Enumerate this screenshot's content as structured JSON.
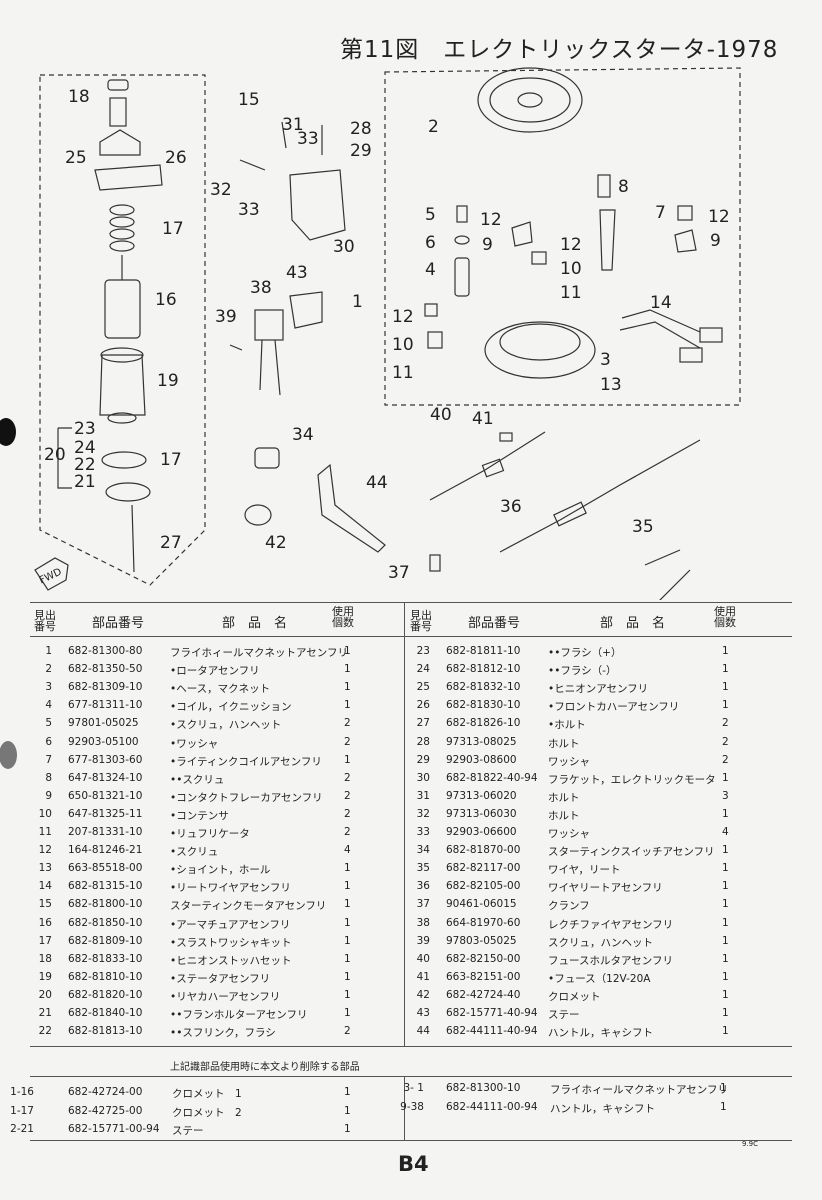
{
  "title": "第11図　エレクトリックスタータ-1978",
  "callouts": [
    "18",
    "15",
    "31",
    "28",
    "33",
    "29",
    "2",
    "25",
    "26",
    "32",
    "33",
    "8",
    "7",
    "17",
    "30",
    "5",
    "12",
    "12",
    "9",
    "6",
    "9",
    "12",
    "4",
    "10",
    "43",
    "11",
    "1",
    "16",
    "38",
    "14",
    "39",
    "12",
    "10",
    "3",
    "11",
    "19",
    "13",
    "40",
    "41",
    "23",
    "34",
    "24",
    "20",
    "22",
    "17",
    "21",
    "44",
    "36",
    "35",
    "42",
    "27",
    "37",
    "FWD"
  ],
  "table_headers": {
    "no": "見出番号",
    "part_no": "部品番号",
    "name": "部　品　名",
    "qty": "使用個数"
  },
  "parts_left": [
    {
      "no": "1",
      "part": "682-81300-80",
      "name": "フライホィールマクネットアセンフリ",
      "qty": "1"
    },
    {
      "no": "2",
      "part": "682-81350-50",
      "name": "•ロータアセンフリ",
      "qty": "1"
    },
    {
      "no": "3",
      "part": "682-81309-10",
      "name": "•ヘース，マクネット",
      "qty": "1"
    },
    {
      "no": "4",
      "part": "677-81311-10",
      "name": "•コイル，イクニッション",
      "qty": "1"
    },
    {
      "no": "5",
      "part": "97801-05025",
      "name": "•スクリュ，ハンヘット",
      "qty": "2"
    },
    {
      "no": "6",
      "part": "92903-05100",
      "name": "•ワッシャ",
      "qty": "2"
    },
    {
      "no": "7",
      "part": "677-81303-60",
      "name": "•ライティンクコイルアセンフリ",
      "qty": "1"
    },
    {
      "no": "8",
      "part": "647-81324-10",
      "name": "••スクリュ",
      "qty": "2"
    },
    {
      "no": "9",
      "part": "650-81321-10",
      "name": "•コンタクトフレーカアセンフリ",
      "qty": "2"
    },
    {
      "no": "10",
      "part": "647-81325-11",
      "name": "•コンテンサ",
      "qty": "2"
    },
    {
      "no": "11",
      "part": "207-81331-10",
      "name": "•リュフリケータ",
      "qty": "2"
    },
    {
      "no": "12",
      "part": "164-81246-21",
      "name": "•スクリュ",
      "qty": "4"
    },
    {
      "no": "13",
      "part": "663-85518-00",
      "name": "•ショイント，ホール",
      "qty": "1"
    },
    {
      "no": "14",
      "part": "682-81315-10",
      "name": "•リートワイヤアセンフリ",
      "qty": "1"
    },
    {
      "no": "15",
      "part": "682-81800-10",
      "name": "スターティンクモータアセンフリ",
      "qty": "1"
    },
    {
      "no": "16",
      "part": "682-81850-10",
      "name": "•アーマチュアアセンフリ",
      "qty": "1"
    },
    {
      "no": "17",
      "part": "682-81809-10",
      "name": "•スラストワッシャキット",
      "qty": "1"
    },
    {
      "no": "18",
      "part": "682-81833-10",
      "name": "•ヒニオンストッハセット",
      "qty": "1"
    },
    {
      "no": "19",
      "part": "682-81810-10",
      "name": "•ステータアセンフリ",
      "qty": "1"
    },
    {
      "no": "20",
      "part": "682-81820-10",
      "name": "•リヤカハーアセンフリ",
      "qty": "1"
    },
    {
      "no": "21",
      "part": "682-81840-10",
      "name": "••フランホルターアセンフリ",
      "qty": "1"
    },
    {
      "no": "22",
      "part": "682-81813-10",
      "name": "••スフリンク，フラシ",
      "qty": "2"
    }
  ],
  "parts_right": [
    {
      "no": "23",
      "part": "682-81811-10",
      "name": "••フラシ（+）",
      "qty": "1"
    },
    {
      "no": "24",
      "part": "682-81812-10",
      "name": "••フラシ（-）",
      "qty": "1"
    },
    {
      "no": "25",
      "part": "682-81832-10",
      "name": "•ヒニオンアセンフリ",
      "qty": "1"
    },
    {
      "no": "26",
      "part": "682-81830-10",
      "name": "•フロントカハーアセンフリ",
      "qty": "1"
    },
    {
      "no": "27",
      "part": "682-81826-10",
      "name": "•ホルト",
      "qty": "2"
    },
    {
      "no": "28",
      "part": "97313-08025",
      "name": "ホルト",
      "qty": "2"
    },
    {
      "no": "29",
      "part": "92903-08600",
      "name": "ワッシャ",
      "qty": "2"
    },
    {
      "no": "30",
      "part": "682-81822-40-94",
      "name": "フラケット，エレクトリックモータ",
      "qty": "1"
    },
    {
      "no": "31",
      "part": "97313-06020",
      "name": "ホルト",
      "qty": "3"
    },
    {
      "no": "32",
      "part": "97313-06030",
      "name": "ホルト",
      "qty": "1"
    },
    {
      "no": "33",
      "part": "92903-06600",
      "name": "ワッシャ",
      "qty": "4"
    },
    {
      "no": "34",
      "part": "682-81870-00",
      "name": "スターティンクスイッチアセンフリ",
      "qty": "1"
    },
    {
      "no": "35",
      "part": "682-82117-00",
      "name": "ワイヤ，リート",
      "qty": "1"
    },
    {
      "no": "36",
      "part": "682-82105-00",
      "name": "ワイヤリートアセンフリ",
      "qty": "1"
    },
    {
      "no": "37",
      "part": "90461-06015",
      "name": "クランフ",
      "qty": "1"
    },
    {
      "no": "38",
      "part": "664-81970-60",
      "name": "レクチファイヤアセンフリ",
      "qty": "1"
    },
    {
      "no": "39",
      "part": "97803-05025",
      "name": "スクリュ，ハンヘット",
      "qty": "1"
    },
    {
      "no": "40",
      "part": "682-82150-00",
      "name": "フュースホルタアセンフリ",
      "qty": "1"
    },
    {
      "no": "41",
      "part": "663-82151-00",
      "name": "•フュース（12V-20A",
      "qty": "1"
    },
    {
      "no": "42",
      "part": "682-42724-40",
      "name": "クロメット",
      "qty": "1"
    },
    {
      "no": "43",
      "part": "682-15771-40-94",
      "name": "ステー",
      "qty": "1"
    },
    {
      "no": "44",
      "part": "682-44111-40-94",
      "name": "ハントル，キャシフト",
      "qty": "1"
    }
  ],
  "note": "上記識部品使用時に本文より削除する部品",
  "deleted_left": [
    {
      "no": "1-16",
      "part": "682-42724-00",
      "name": "クロメット　1",
      "qty": "1"
    },
    {
      "no": "1-17",
      "part": "682-42725-00",
      "name": "クロメット　2",
      "qty": "1"
    },
    {
      "no": "2-21",
      "part": "682-15771-00-94",
      "name": "ステー",
      "qty": "1"
    }
  ],
  "deleted_right": [
    {
      "no": "3- 1",
      "part": "682-81300-10",
      "name": "フライホィールマクネットアセンフリ",
      "qty": "1"
    },
    {
      "no": "9-38",
      "part": "682-44111-00-94",
      "name": "ハントル，キャシフト",
      "qty": "1"
    }
  ],
  "page_number": "B4",
  "page_code": "9.9C"
}
